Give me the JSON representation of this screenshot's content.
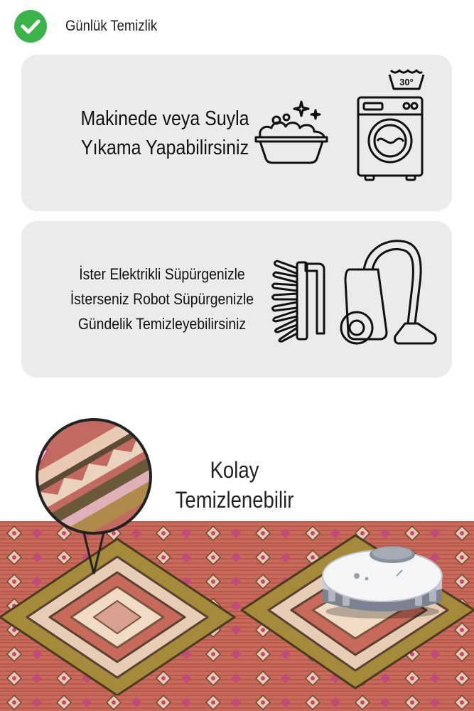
{
  "header": {
    "label": "Günlük Temizlik",
    "icon": "check-circle-icon",
    "icon_color": "#3cb34a"
  },
  "cards": [
    {
      "lines": [
        "Makinede veya Suyla",
        "Yıkama Yapabilirsiniz"
      ],
      "icons": [
        "wash-basin-icon",
        "washing-machine-icon"
      ],
      "wash_temp": "30°"
    },
    {
      "lines": [
        "İster Elektrikli Süpürgenizle",
        "İsterseniz Robot Süpürgenizle",
        "Gündelik Temizleyebilirsiniz"
      ],
      "icons": [
        "brush-icon",
        "vacuum-cleaner-icon"
      ]
    }
  ],
  "promo": {
    "lines": [
      "Kolay",
      "Temizlenebilir"
    ]
  },
  "colors": {
    "card_bg": "#ebebeb",
    "carpet_base": "#c86a5a",
    "check_green": "#3cb34a"
  }
}
